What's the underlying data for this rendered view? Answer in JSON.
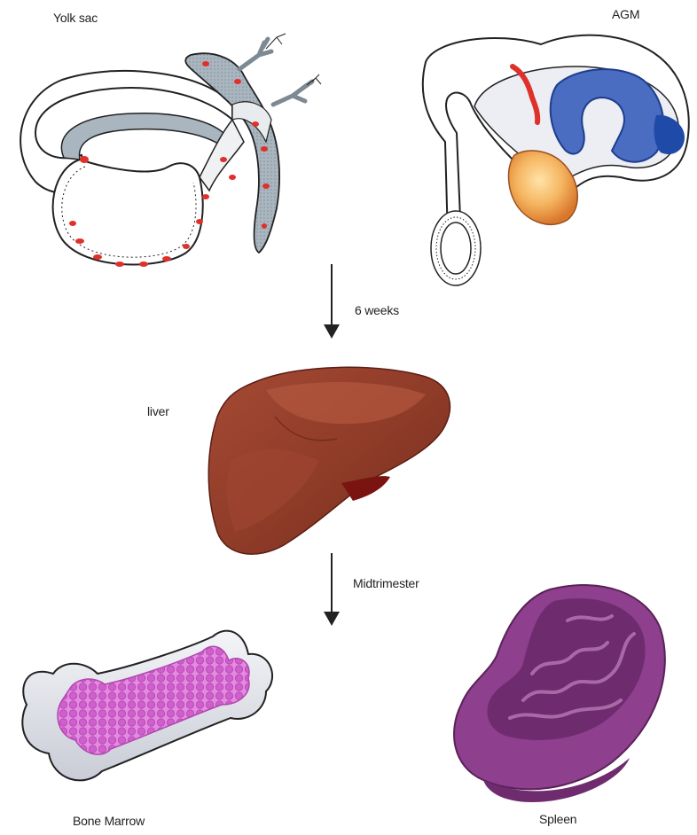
{
  "labels": {
    "yolk_sac": "Yolk sac",
    "agm": "AGM",
    "six_weeks": "6 weeks",
    "liver": "liver",
    "midtrimester": "Midtrimester",
    "bone_marrow": "Bone Marrow",
    "spleen": "Spleen"
  },
  "colors": {
    "yolk_gray": "#a9b6bf",
    "blood_red": "#e0302a",
    "agm_blue": "#3f63b8",
    "agm_dark_blue": "#1f4aa8",
    "agm_orange": "#f0a04a",
    "liver_brown": "#8c3a28",
    "bone_pink": "#d86ad6",
    "spleen_purple": "#8e3f8e"
  },
  "icons": {
    "arrow_down_1": "down-arrow-icon",
    "arrow_down_2": "down-arrow-icon"
  }
}
